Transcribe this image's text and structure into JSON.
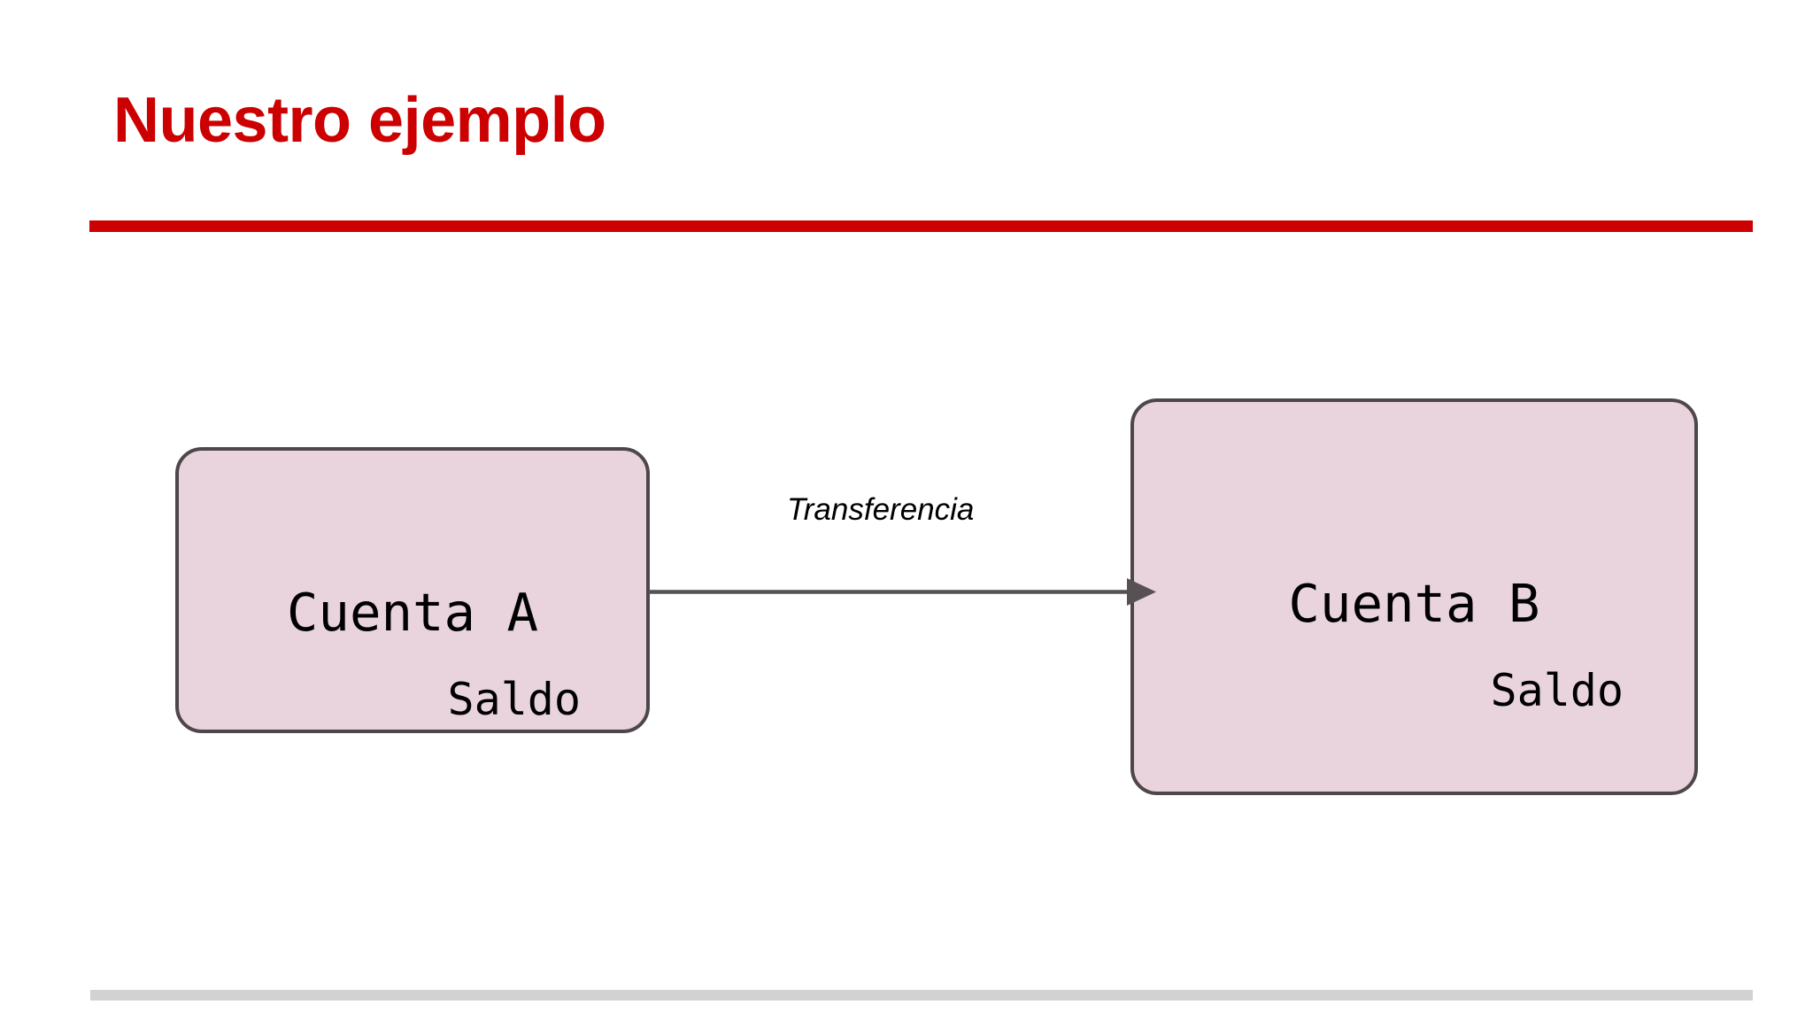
{
  "slide": {
    "title": "Nuestro ejemplo",
    "title_color": "#CC0000",
    "rule_color": "#CC0000",
    "footer_rule_color": "#D2D2D2",
    "background_color": "#FFFFFF"
  },
  "diagram": {
    "node_fill_color": "#E9D3DD",
    "node_border_color": "#4D474A",
    "connector_color": "#575054",
    "nodes": [
      {
        "id": "cuenta-a",
        "name": "Cuenta A",
        "balance_label": "Saldo"
      },
      {
        "id": "cuenta-b",
        "name": "Cuenta B",
        "balance_label": "Saldo"
      }
    ],
    "edges": [
      {
        "id": "transferencia",
        "label": "Transferencia",
        "from": "Cuenta A",
        "to": "Cuenta B",
        "direction": "right"
      }
    ]
  }
}
